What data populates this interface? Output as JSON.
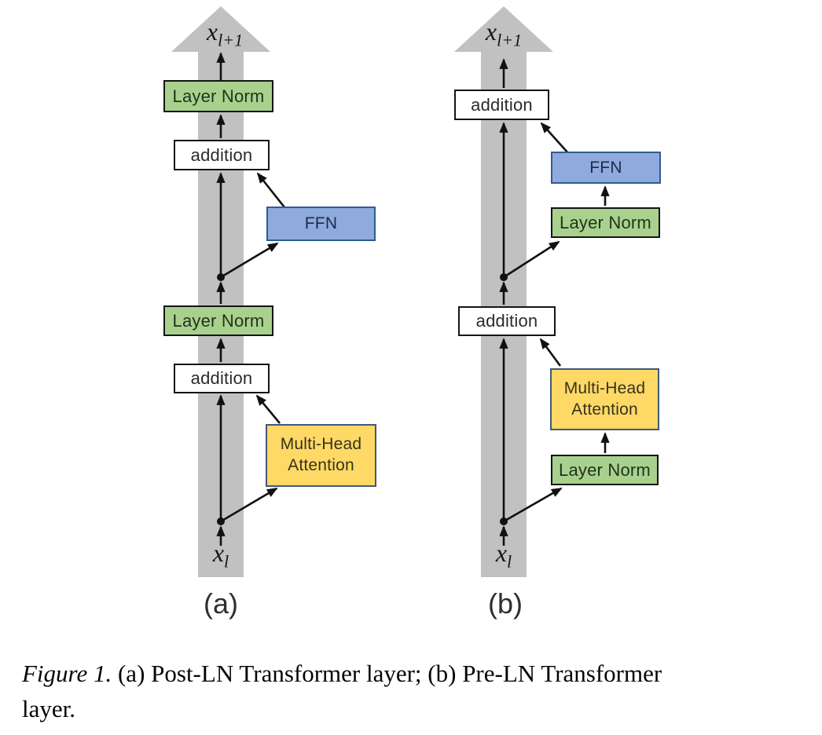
{
  "colors": {
    "band_color": "#c1c1c1",
    "arrow_color": "#111111",
    "layer_norm_fill": "#a9d18e",
    "layer_norm_border": "#141414",
    "addition_fill": "#ffffff",
    "addition_border": "#141414",
    "ffn_fill": "#8faadc",
    "ffn_border": "#2f5b94",
    "mha_fill": "#ffd966",
    "mha_border": "#3f587a"
  },
  "column_a": {
    "tag": "(a)",
    "output_var": {
      "base": "x",
      "sub": "l+1"
    },
    "input_var": {
      "base": "x",
      "sub": "l"
    },
    "boxes": {
      "layer_norm_top": "Layer Norm",
      "addition_top": "addition",
      "ffn": "FFN",
      "layer_norm_mid": "Layer Norm",
      "addition_bottom": "addition",
      "mha": "Multi-Head Attention"
    }
  },
  "column_b": {
    "tag": "(b)",
    "output_var": {
      "base": "x",
      "sub": "l+1"
    },
    "input_var": {
      "base": "x",
      "sub": "l"
    },
    "boxes": {
      "addition_top": "addition",
      "ffn": "FFN",
      "layer_norm_upper": "Layer Norm",
      "addition_mid": "addition",
      "mha": "Multi-Head Attention",
      "layer_norm_lower": "Layer Norm"
    }
  },
  "caption": {
    "line1_prefix": "Figure 1.",
    "line1_rest": " (a) Post-LN Transformer layer; (b) Pre-LN Transformer",
    "line2": "layer."
  }
}
